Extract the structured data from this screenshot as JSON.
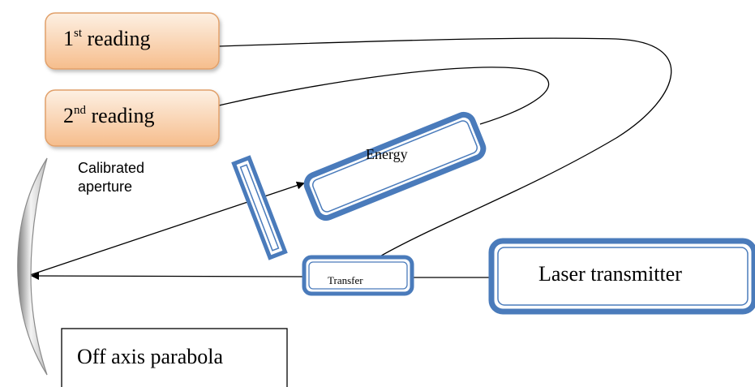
{
  "diagram": {
    "reading1": {
      "num": "1",
      "sup": "st",
      "text": "reading"
    },
    "reading2": {
      "num": "2",
      "sup": "nd",
      "text": "reading"
    },
    "aperture_label_line1": "Calibrated",
    "aperture_label_line2": "aperture",
    "energy_label": "Energy",
    "transfer_label": "Transfer",
    "laser_label": "Laser transmitter",
    "parabola_label": "Off axis parabola"
  },
  "colors": {
    "reading_fill_top": "#fdf0e3",
    "reading_fill_bottom": "#f6bd8c",
    "reading_border": "#e1a06a",
    "frame_blue": "#4a7bbb",
    "mirror_light": "#f2f2f2",
    "mirror_dark": "#8c8c8c"
  }
}
